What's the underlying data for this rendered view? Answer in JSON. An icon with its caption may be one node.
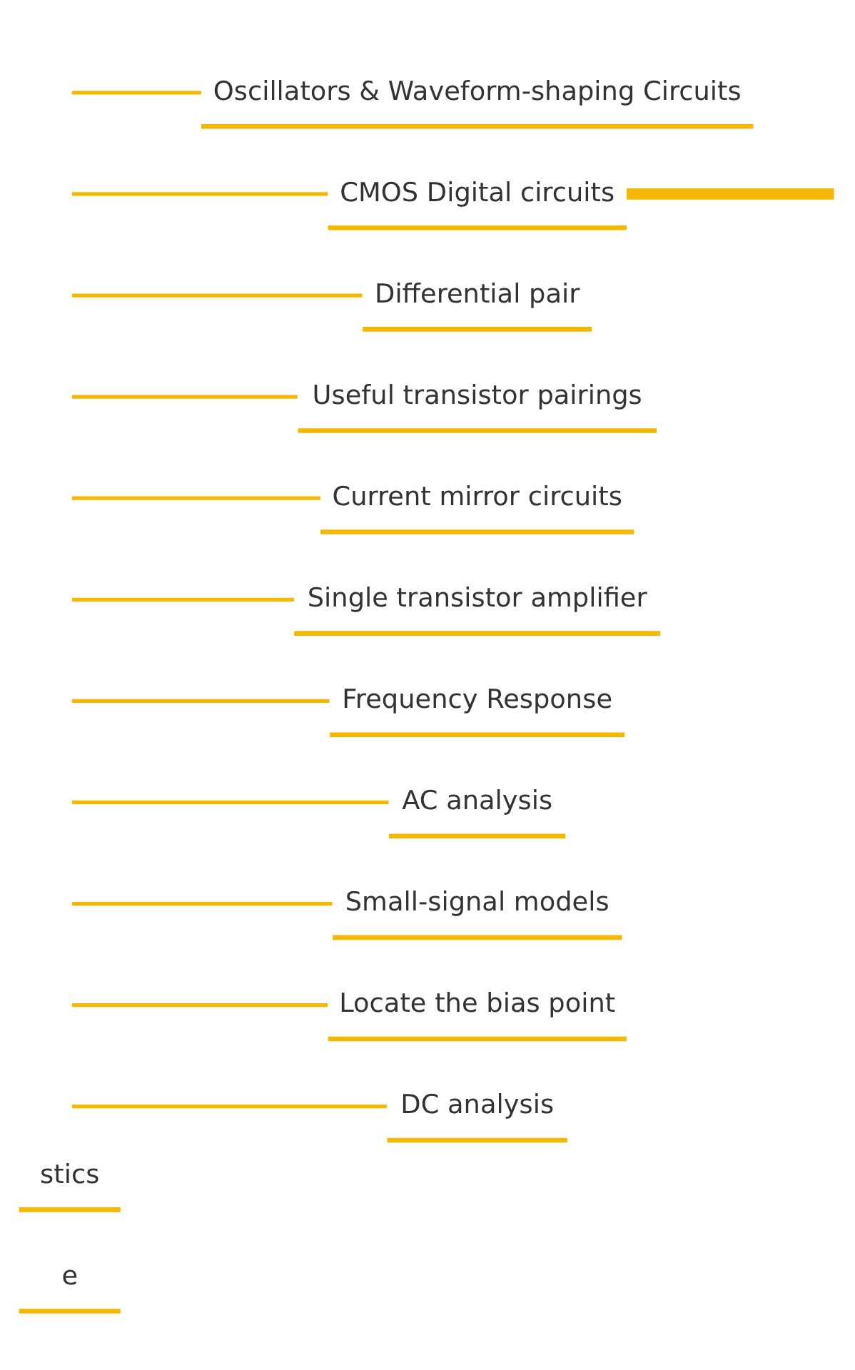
{
  "diagram": {
    "nodes": [
      {
        "text": [
          "e"
        ]
      },
      {
        "text": [
          "stics"
        ]
      },
      {
        "text": [
          "DC analysis"
        ]
      },
      {
        "text": [
          "Locate the bias point"
        ]
      },
      {
        "text": [
          "Small-signal models"
        ]
      },
      {
        "text": [
          "AC analysis"
        ]
      },
      {
        "text": [
          "Frequency Response"
        ]
      },
      {
        "text": [
          "Single transistor amplifier"
        ]
      },
      {
        "text": [
          "Current mirror circuits"
        ]
      },
      {
        "text": [
          "Useful transistor pairings"
        ]
      },
      {
        "text": [
          "Differential pair"
        ]
      },
      {
        "text": [
          "CMOS Digital circuits"
        ]
      },
      {
        "text": [
          "Oscillators & Waveform-shaping Circuits"
        ]
      }
    ],
    "edges": [
      {
        "from": null,
        "to": 2,
        "arrow": "none"
      },
      {
        "from": null,
        "to": 3,
        "arrow": "none"
      },
      {
        "from": null,
        "to": 4,
        "arrow": "none"
      },
      {
        "from": null,
        "to": 5,
        "arrow": "none"
      },
      {
        "from": null,
        "to": 6,
        "arrow": "none"
      },
      {
        "from": null,
        "to": 7,
        "arrow": "none"
      },
      {
        "from": null,
        "to": 8,
        "arrow": "none"
      },
      {
        "from": null,
        "to": 9,
        "arrow": "none"
      },
      {
        "from": null,
        "to": 10,
        "arrow": "none"
      },
      {
        "from": null,
        "to": 11,
        "arrow": "none"
      },
      {
        "from": null,
        "to": 12,
        "arrow": "none"
      },
      {
        "from": 11,
        "to": null,
        "arrow": "none",
        "style": "thick"
      }
    ]
  }
}
